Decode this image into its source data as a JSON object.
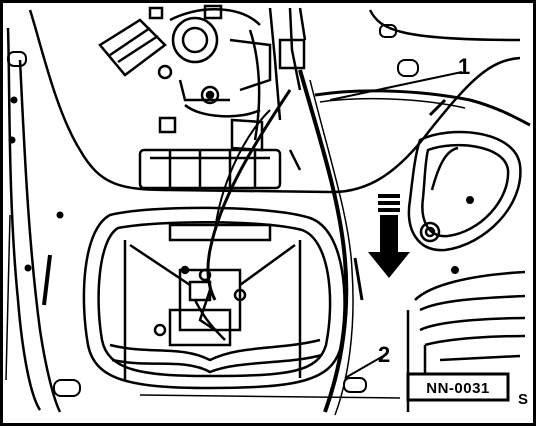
{
  "figure": {
    "colors": {
      "ink": "#000000",
      "paper": "#ffffff"
    },
    "callouts": [
      {
        "number": "1",
        "target": "cable"
      },
      {
        "number": "2",
        "target": "cable"
      }
    ],
    "arrow": {
      "icon": "down-arrow-icon",
      "direction": "down"
    },
    "reference_code": "NN-0031",
    "corner_mark": "S"
  }
}
